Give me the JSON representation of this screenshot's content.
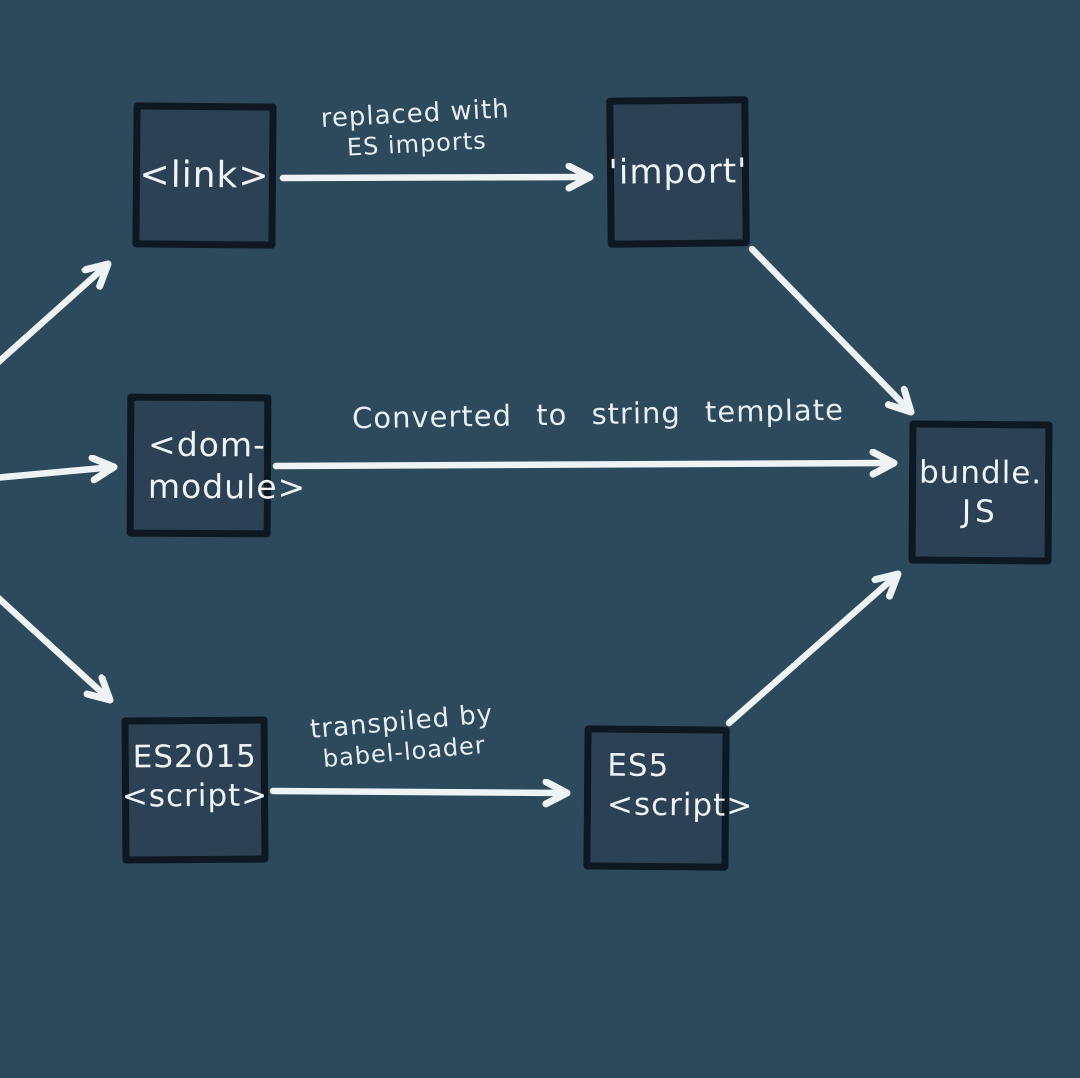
{
  "diagram": {
    "description": "Hand-drawn build pipeline flow diagram",
    "colors": {
      "background": "#2d495c",
      "node_fill": "#2c4254",
      "node_border": "#0d1822",
      "ink": "#eef3f5"
    },
    "nodes": {
      "link": {
        "label": "<link>"
      },
      "import_str": {
        "label": "'import'"
      },
      "dom_module": {
        "line1": "<dom-",
        "line2": "module>"
      },
      "bundle": {
        "line1": "bundle.",
        "line2": "JS"
      },
      "es2015": {
        "line1": "ES2015",
        "line2": "<script>"
      },
      "es5": {
        "line1": "ES5",
        "line2": "<script>"
      }
    },
    "edge_labels": {
      "replaced": {
        "line1": "replaced with",
        "line2": "ES imports"
      },
      "converted": {
        "line1": "Converted to string template"
      },
      "transpiled": {
        "line1": "transpiled by",
        "line2": "babel-loader"
      }
    },
    "edges": [
      {
        "from": "offscreen-left",
        "to": "link"
      },
      {
        "from": "offscreen-left",
        "to": "dom_module"
      },
      {
        "from": "offscreen-left",
        "to": "es2015"
      },
      {
        "from": "link",
        "to": "import_str",
        "label": "replaced"
      },
      {
        "from": "import_str",
        "to": "bundle"
      },
      {
        "from": "dom_module",
        "to": "bundle",
        "label": "converted"
      },
      {
        "from": "es2015",
        "to": "es5",
        "label": "transpiled"
      },
      {
        "from": "es5",
        "to": "bundle"
      }
    ]
  }
}
